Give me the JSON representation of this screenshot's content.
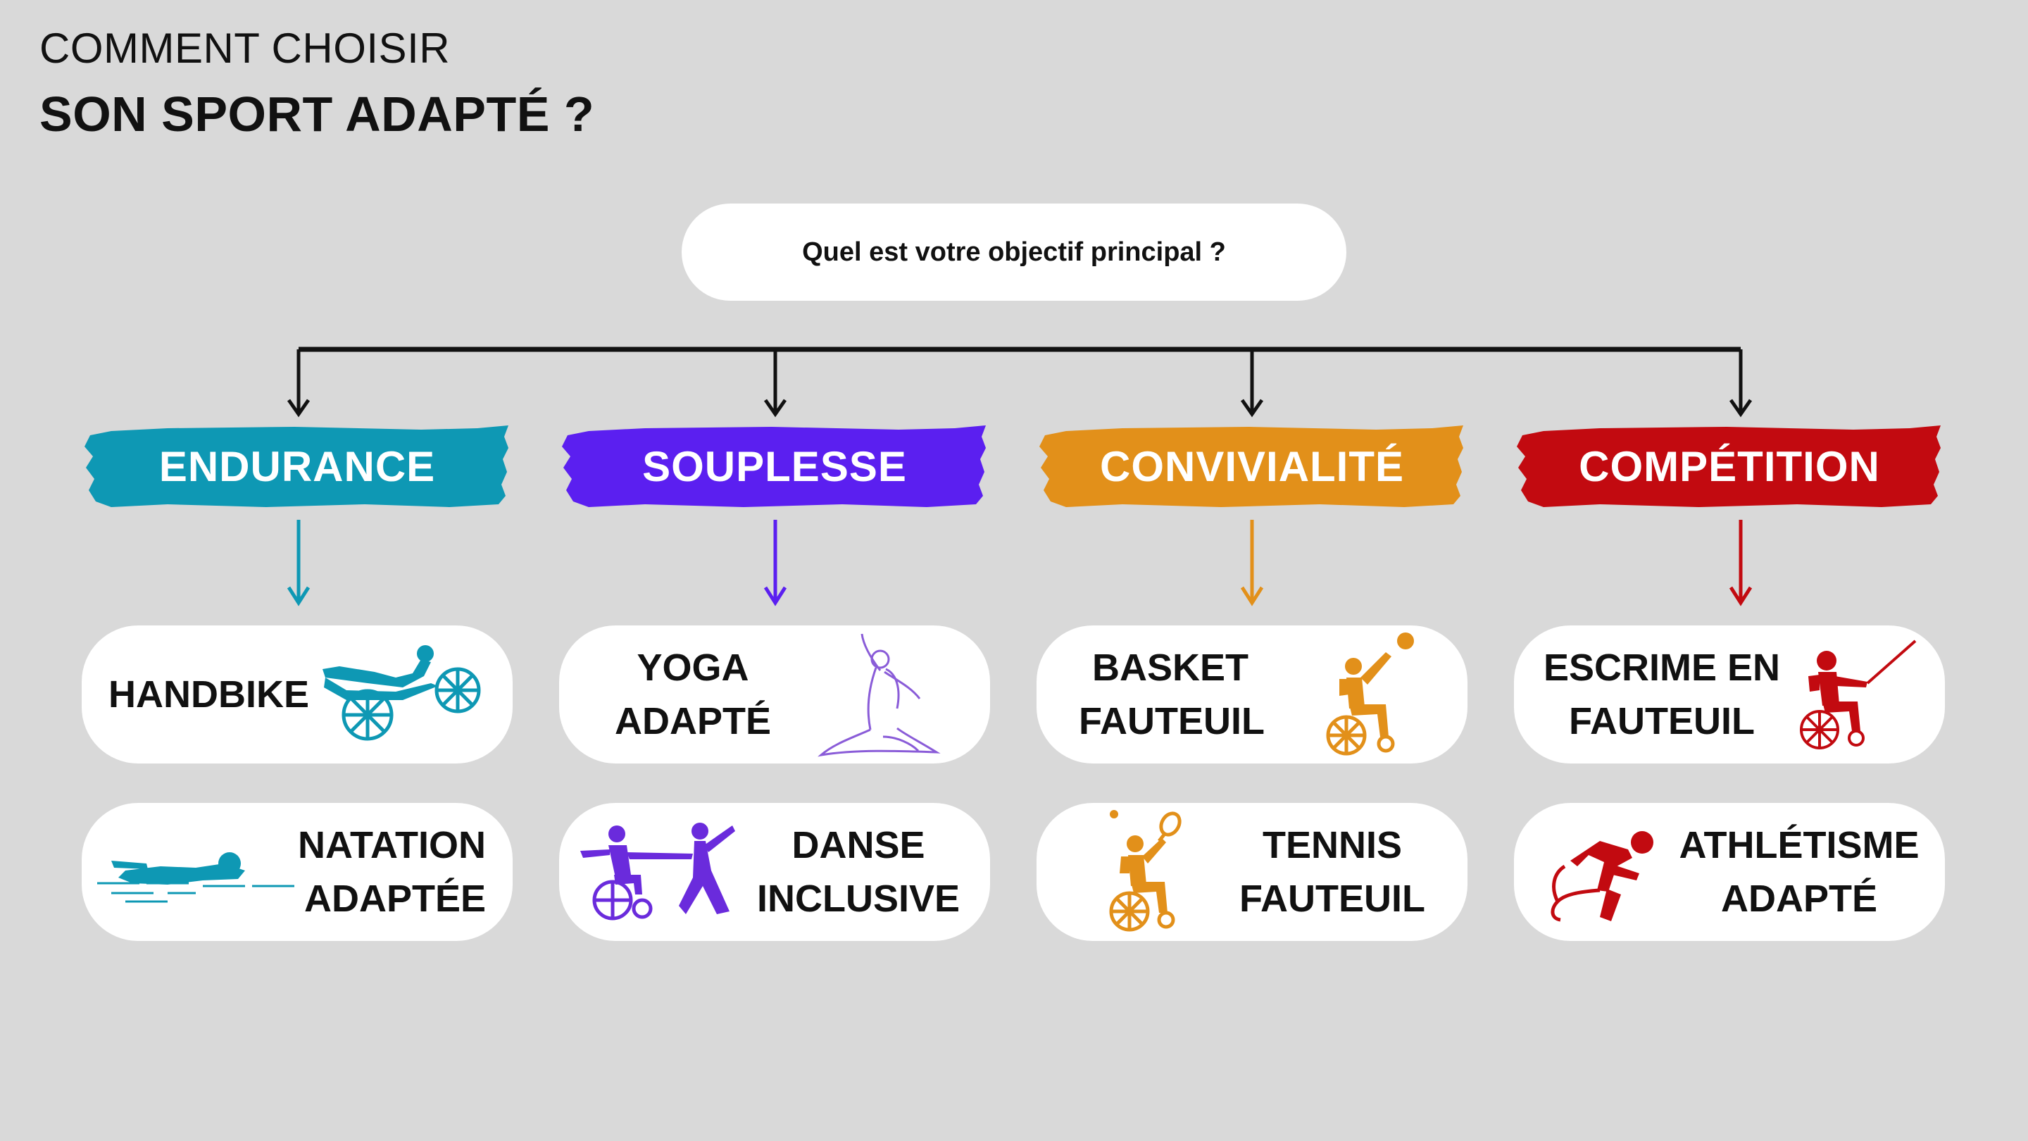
{
  "header": {
    "line1": "COMMENT CHOISIR",
    "line2": "SON SPORT ADAPTÉ ?"
  },
  "question": "Quel est votre objectif principal ?",
  "colors": {
    "endurance": "#0e98b4",
    "souplesse": "#5b1ff0",
    "convivialite": "#e2901a",
    "competition": "#c20a10",
    "background": "#d9d9d9"
  },
  "categories": [
    {
      "label": "ENDURANCE",
      "sports": [
        {
          "line1": "HANDBIKE",
          "line2": "",
          "icon": "handbike-icon"
        },
        {
          "line1": "NATATION",
          "line2": "ADAPTÉE",
          "icon": "swimmer-icon"
        }
      ]
    },
    {
      "label": "SOUPLESSE",
      "sports": [
        {
          "line1": "YOGA",
          "line2": "ADAPTÉ",
          "icon": "yoga-icon"
        },
        {
          "line1": "DANSE",
          "line2": "INCLUSIVE",
          "icon": "dance-icon"
        }
      ]
    },
    {
      "label": "CONVIVIALITÉ",
      "sports": [
        {
          "line1": "BASKET",
          "line2": "FAUTEUIL",
          "icon": "wheelchair-basketball-icon"
        },
        {
          "line1": "TENNIS",
          "line2": "FAUTEUIL",
          "icon": "wheelchair-tennis-icon"
        }
      ]
    },
    {
      "label": "COMPÉTITION",
      "sports": [
        {
          "line1": "ESCRIME EN",
          "line2": "FAUTEUIL",
          "icon": "wheelchair-fencing-icon"
        },
        {
          "line1": "ATHLÉTISME",
          "line2": "ADAPTÉ",
          "icon": "runner-icon"
        }
      ]
    }
  ]
}
